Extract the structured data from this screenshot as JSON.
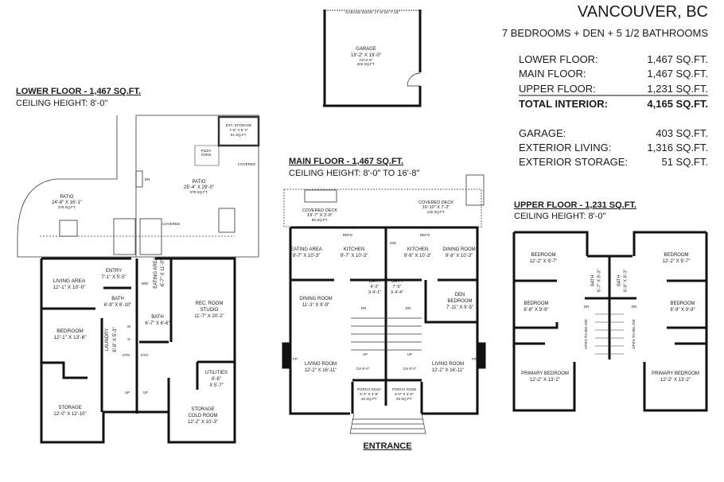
{
  "summary": {
    "location": "VANCOUVER, BC",
    "rooms": "7 BEDROOMS + DEN + 5 1/2 BATHROOMS",
    "rows": [
      {
        "label": "LOWER FLOOR:",
        "value": "1,467 SQ.FT."
      },
      {
        "label": "MAIN FLOOR:",
        "value": "1,467 SQ.FT."
      },
      {
        "label": "UPPER FLOOR:",
        "value": "1,231 SQ.FT."
      },
      {
        "label": "TOTAL INTERIOR:",
        "value": "4,165 SQ.FT."
      },
      {
        "label": "GARAGE:",
        "value": "403 SQ.FT."
      },
      {
        "label": "EXTERIOR LIVING:",
        "value": "1,316 SQ.FT."
      },
      {
        "label": "EXTERIOR STORAGE:",
        "value": "51 SQ.FT."
      }
    ]
  },
  "garage": {
    "door": "GARAGE DOOR: 17'-8\" BY 7'-10\"",
    "name": "GARAGE",
    "dims": "19'-2\" X 19'-0\"",
    "ceiling": "CH 8'-8\"",
    "area": "403 SQ.FT."
  },
  "lower": {
    "title": "LOWER FLOOR - 1,467 SQ.FT.",
    "ceiling": "CEILING HEIGHT: 8'-0\"",
    "rooms": {
      "patio_left": {
        "name": "PATIO",
        "dims": "24'-8\" X 16'-1\"",
        "area": "379 SQ.FT."
      },
      "patio_right": {
        "name": "PATIO",
        "dims": "25'-4\" X 29'-0\"",
        "area": "678 SQ.FT."
      },
      "ext_storage": {
        "name": "EXT. STORAGE",
        "dims": "7'-6\" X 5'-4\"",
        "area": "51 SQ.FT."
      },
      "pizza_oven": {
        "name": "PIZZA OVEN"
      },
      "living": {
        "name": "LIVING AREA",
        "dims": "12'-1\" X 10'-0\""
      },
      "entry": {
        "name": "ENTRY",
        "dims": "7'-1\" X 5'-5\""
      },
      "bath1": {
        "name": "BATH",
        "dims": "6'-9\" X 6'-10\""
      },
      "bedroom": {
        "name": "BEDROOM",
        "dims": "12'-1\" X 13'-6\""
      },
      "laundry": {
        "name": "LAUNDRY",
        "dims": "6'-9\" X 5'-3\""
      },
      "eating": {
        "name": "EATING AREA",
        "dims": "6'-7\" X 11'-0\""
      },
      "bath2": {
        "name": "BATH",
        "dims": "6'-7\" X 6'-6\""
      },
      "rec": {
        "name": "REC. ROOM",
        "name2": "STUDIO",
        "dims": "11'-7\" X 20'-2\""
      },
      "utilities": {
        "name": "UTILITIES",
        "dims": "6'-6\"",
        "dims2": "X 5'-7\""
      },
      "storage": {
        "name": "STORAGE",
        "dims": "12'-0\" X 12'-10\""
      },
      "cold": {
        "name": "STORAGE",
        "name2": "COLD ROOM",
        "dims": "12'-2\" X 10'-3\""
      }
    },
    "notes": {
      "covered": "COVERED",
      "up": "UP",
      "dn": "DN",
      "wd": "W/D",
      "w": "W",
      "d": "D",
      "sto": "STO."
    }
  },
  "main": {
    "title": "MAIN FLOOR - 1,467 SQ.FT.",
    "ceiling": "CEILING HEIGHT: 8'-0\" TO 16'-8\"",
    "rooms": {
      "deck_left": {
        "name": "COVERED DECK",
        "dims": "19'-7\" X 3'-8\"",
        "area": "85 SQ.FT."
      },
      "deck_right": {
        "name": "COVERED DECK",
        "dims": "19'-10\" X 7'-2\"",
        "area": "136 SQ.FT."
      },
      "eating": {
        "name": "EATING AREA",
        "dims": "9'-7\" X 10'-3\""
      },
      "kitchen_left": {
        "name": "KITCHEN",
        "dims": "9'-7\" X 10'-3\""
      },
      "kitchen_right": {
        "name": "KITCHEN",
        "dims": "9'-8\" X 10'-3\""
      },
      "dining_right": {
        "name": "DINING ROOM",
        "dims": "9'-8\" X 10'-3\""
      },
      "bath_left": {
        "name": "BATH",
        "dims": "4'-2\"",
        "dims2": "X 4'-1\""
      },
      "bath_right": {
        "name": "BATH",
        "dims": "7'-5\"",
        "dims2": "X 4'-4\""
      },
      "dining_left": {
        "name": "DINING ROOM",
        "dims": "11'-3\" X 9'-9\""
      },
      "den": {
        "name": "DEN",
        "name2": "BEDROOM",
        "dims": "7'-11\" X 9'-5\""
      },
      "living_left": {
        "name": "LIVING ROOM",
        "dims": "12'-2\" X 16'-11\""
      },
      "living_right": {
        "name": "LIVING ROOM",
        "dims": "12'-2\" X 16'-11\""
      },
      "porch_left": {
        "name": "PORCH #2157",
        "dims": "6'-4\" X 4'-8\"",
        "area": "29 SQ.FT."
      },
      "porch_right": {
        "name": "PORCH #2155",
        "dims": "6'-0\" X 4'-8\"",
        "area": "29 SQ.FT."
      }
    },
    "notes": {
      "refg": "REFG",
      "dw": "DW",
      "fp": "FP",
      "ch": "CH 9'-0\"",
      "up": "UP",
      "dn": "DN"
    },
    "entrance": "ENTRANCE"
  },
  "upper": {
    "title": "UPPER FLOOR - 1,231 SQ.FT.",
    "ceiling": "CEILING HEIGHT: 8'-0\"",
    "rooms": {
      "bed_tl": {
        "name": "BEDROOM",
        "dims": "12'-2\" X 9'-7\""
      },
      "bed_tr": {
        "name": "BEDROOM",
        "dims": "12'-2\" X 9'-7\""
      },
      "bed_ml": {
        "name": "BEDROOM",
        "dims": "8'-8\" X 9'-9\""
      },
      "bed_mr": {
        "name": "BEDROOM",
        "dims": "8'-9\" X 9'-9\""
      },
      "bath_l": {
        "name": "BATH",
        "dims": "6'-7\" X 8'-3\""
      },
      "bath_r": {
        "name": "BATH",
        "dims": "6'-8\" X 8'-3\""
      },
      "primary_l": {
        "name": "PRIMARY BEDROOM",
        "dims": "12'-2\" X 13'-2\""
      },
      "primary_r": {
        "name": "PRIMARY BEDROOM",
        "dims": "12'-2\" X 13'-2\""
      }
    },
    "notes": {
      "open": "OPEN TO BELOW",
      "dn": "DN"
    }
  }
}
